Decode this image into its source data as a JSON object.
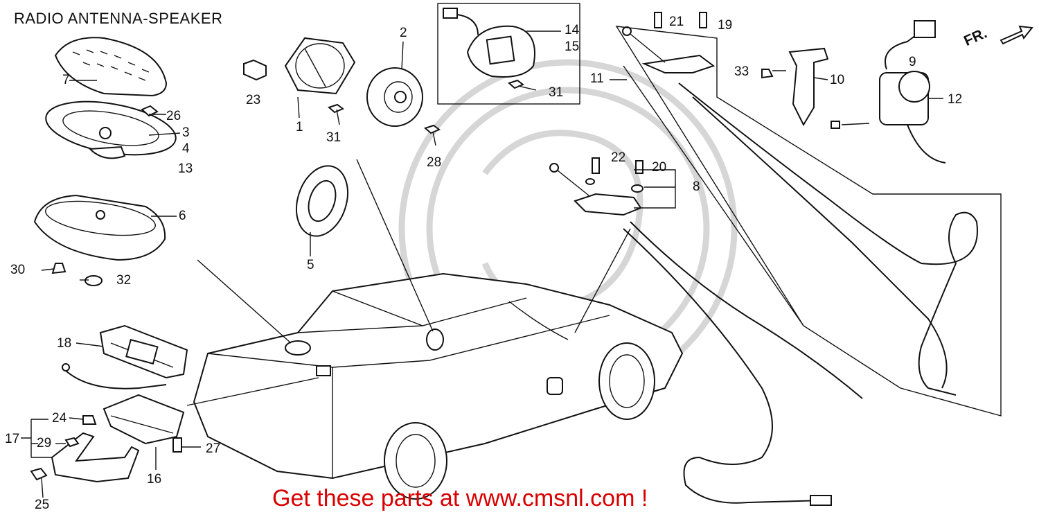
{
  "title": "RADIO ANTENNA-SPEAKER",
  "footer": "Get these parts at www.cmsnl.com !",
  "direction_label": "FR.",
  "callouts": {
    "c1": "1",
    "c2": "2",
    "c3": "3",
    "c4": "4",
    "c5": "5",
    "c6": "6",
    "c7": "7",
    "c8": "8",
    "c9": "9",
    "c10": "10",
    "c11": "11",
    "c12": "12",
    "c13": "13",
    "c14": "14",
    "c15": "15",
    "c16": "16",
    "c17": "17",
    "c18": "18",
    "c19": "19",
    "c20": "20",
    "c21": "21",
    "c22": "22",
    "c23": "23",
    "c24": "24",
    "c25": "25",
    "c26": "26",
    "c27": "27",
    "c28": "28",
    "c29": "29",
    "c30": "30",
    "c31a": "31",
    "c31b": "31",
    "c32": "32",
    "c33": "33"
  }
}
